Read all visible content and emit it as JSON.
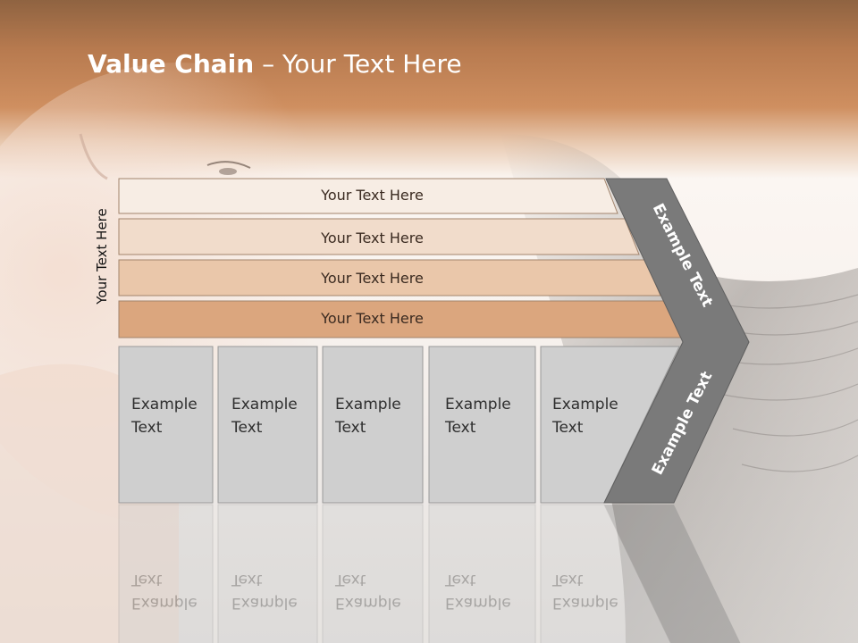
{
  "slide": {
    "title_bold": "Value Chain",
    "title_rest": " – Your Text Here",
    "side_label": "Your Text Here",
    "bands": [
      {
        "label": "Your Text Here"
      },
      {
        "label": "Your Text Here"
      },
      {
        "label": "Your Text Here"
      },
      {
        "label": "Your Text Here"
      }
    ],
    "boxes": [
      {
        "line1": "Example",
        "line2": "Text"
      },
      {
        "line1": "Example",
        "line2": "Text"
      },
      {
        "line1": "Example",
        "line2": "Text"
      },
      {
        "line1": "Example",
        "line2": "Text"
      },
      {
        "line1": "Example",
        "line2": "Text"
      }
    ],
    "chevron_upper": "Example Text",
    "chevron_lower": "Example Text"
  },
  "colors": {
    "header_brown": "#b77a4f",
    "band1": "#f7ede4",
    "band2": "#f1dccb",
    "band3": "#eac7aa",
    "band4": "#dba67e",
    "box_gray": "#cfcfcf",
    "chevron_gray": "#7a7a7a"
  }
}
